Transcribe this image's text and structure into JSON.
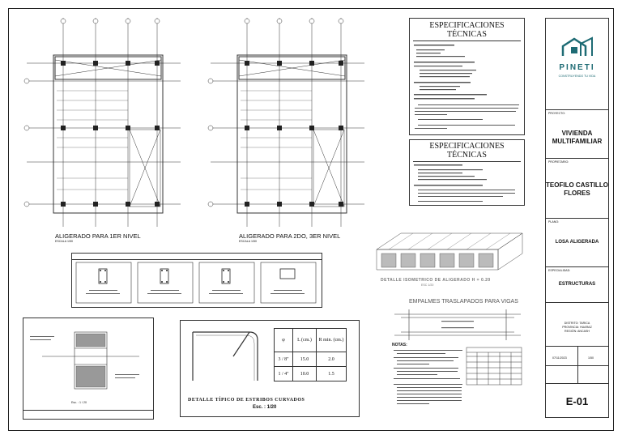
{
  "plans": [
    {
      "title": "ALIGERADO PARA 1ER NIVEL",
      "scale": "ESCALA 1/50"
    },
    {
      "title": "ALIGERADO PARA 2DO, 3ER NIVEL",
      "scale": "ESCALA 1/50"
    }
  ],
  "specs": {
    "title": "ESPECIFICACIONES TÉCNICAS",
    "title2": "ESPECIFICACIONES TÉCNICAS"
  },
  "isometric": {
    "title": "DETALLE ISOMETRICO DE ALIGERADO H = 0.20",
    "scale": "ESC 1/20"
  },
  "splices": {
    "title": "EMPALMES TRASLAPADOS PARA VIGAS",
    "notes_title": "NOTAS:"
  },
  "hook_detail": {
    "title": "DETALLE TÍPICO DE ESTRIBOS CURVADOS",
    "scale": "Esc. : 1/20",
    "table": {
      "headers": [
        "φ",
        "L (cm.)",
        "R min. (cm.)"
      ],
      "rows": [
        [
          "3 / 8\"",
          "15.0",
          "2.0"
        ],
        [
          "1 / 4\"",
          "10.0",
          "1.5"
        ]
      ]
    }
  },
  "bottom_left": {
    "scale": "Esc. : 1 / 20"
  },
  "title_block": {
    "company": "PINETI",
    "slogan": "CONSTRUYENDO TU VIDA",
    "project": "VIVIENDA MULTIFAMILIAR",
    "owner": "TEOFILO CASTILLO FLORES",
    "plan": "LOSA ALIGERADA",
    "specialty": "ESTRUCTURAS",
    "sheet": "E-01",
    "location_lines": [
      "DISTRITO: TARICA",
      "PROVINCIA: HUARAZ",
      "REGIÓN: ANCASH"
    ],
    "date": "07/11/2023",
    "scale": "1/50"
  },
  "colors": {
    "accent": "#1e6b74",
    "line": "#333333"
  }
}
